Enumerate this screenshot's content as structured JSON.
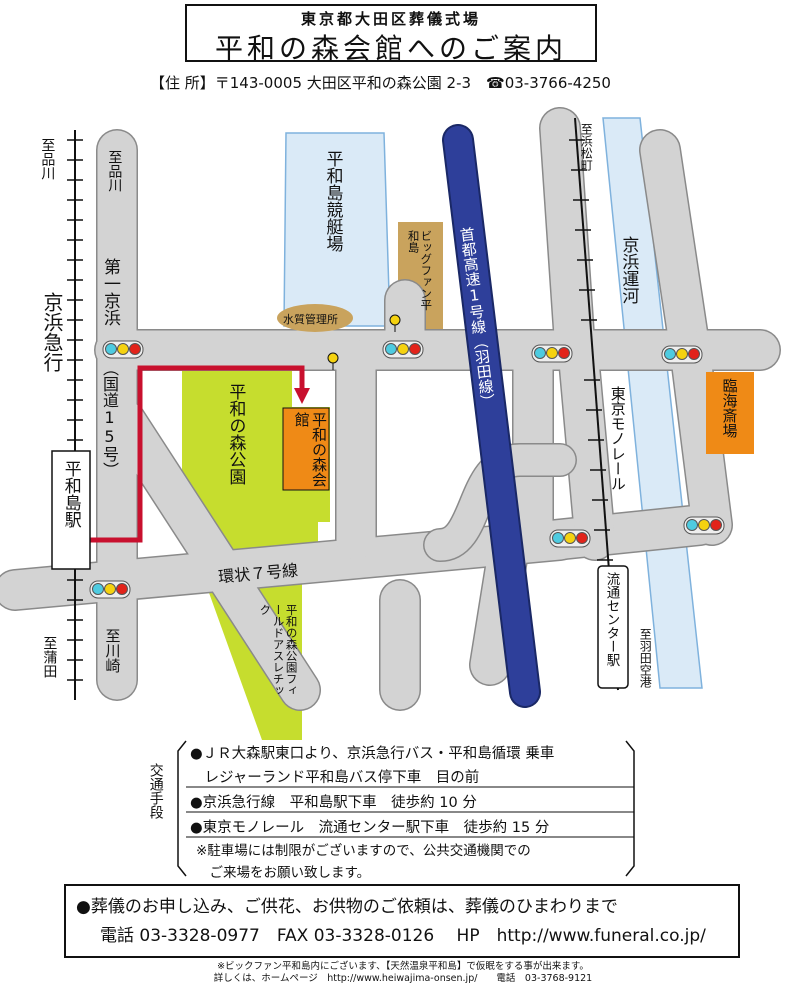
{
  "header": {
    "subtitle": "東京都大田区葬儀式場",
    "title": "平和の森会館へのご案内"
  },
  "address": {
    "line": "【住 所】〒143-0005 大田区平和の森公園 2-3　☎03-3766-4250"
  },
  "map_labels": {
    "to_shinagawa_rail": "至品川",
    "to_shinagawa_road": "至品川",
    "daiichi_keihin": "第一京浜",
    "route15": "（国道15号）",
    "keikyu_line": "京浜急行",
    "heiwajima_station": "平和島駅",
    "to_kamata": "至蒲田",
    "to_kawasaki": "至川崎",
    "boat_race": "平和島競艇場",
    "big_fun": "ビッグファン平和島",
    "water_office": "水質管理所",
    "expressway": "首都高速1号線（羽田線）",
    "to_hamamatsucho": "至浜松町",
    "keihin_canal": "京浜運河",
    "monorail": "東京モノレール",
    "rinkai_saijo": "臨海斎場",
    "heiwanomori_park": "平和の森公園",
    "heiwanomori_kaikan": "平和の森会館",
    "ring7": "環状７号線",
    "athletic": "平和の森公園フィールドアスレチック",
    "ryutsu_center": "流通センター駅",
    "to_haneda": "至羽田空港"
  },
  "access": {
    "label": "交通手段",
    "items": [
      "●ＪＲ大森駅東口より、京浜急行バス・平和島循環 乗車",
      "　レジャーランド平和島バス停下車　目の前",
      "●京浜急行線　平和島駅下車　徒歩約 10 分",
      "●東京モノレール　流通センター駅下車　徒歩約 15 分",
      "※駐車場には制限がございますので、公共交通機関での",
      "　ご来場をお願い致します。"
    ]
  },
  "footer": {
    "line1": "●葬儀のお申し込み、ご供花、お供物のご依頼は、葬儀のひまわりまで",
    "line2": "電話 03-3328-0977　FAX 03-3328-0126　 HP　http://www.funeral.co.jp/"
  },
  "note": {
    "line1": "※ビックファン平和島内にございます、【天然温泉平和島】で仮眠をする事が出来ます。",
    "line2": "詳しくは、ホームページ　http://www.heiwajima-onsen.jp/　　電話　03-3768-9121"
  },
  "colors": {
    "road": "#d3d3d3",
    "water": "#daeaf7",
    "park": "#c6dd2e",
    "orange": "#ef8a16",
    "expressway": "#2e3f9a",
    "route": "#c8102e",
    "brown": "#c9a35d"
  }
}
